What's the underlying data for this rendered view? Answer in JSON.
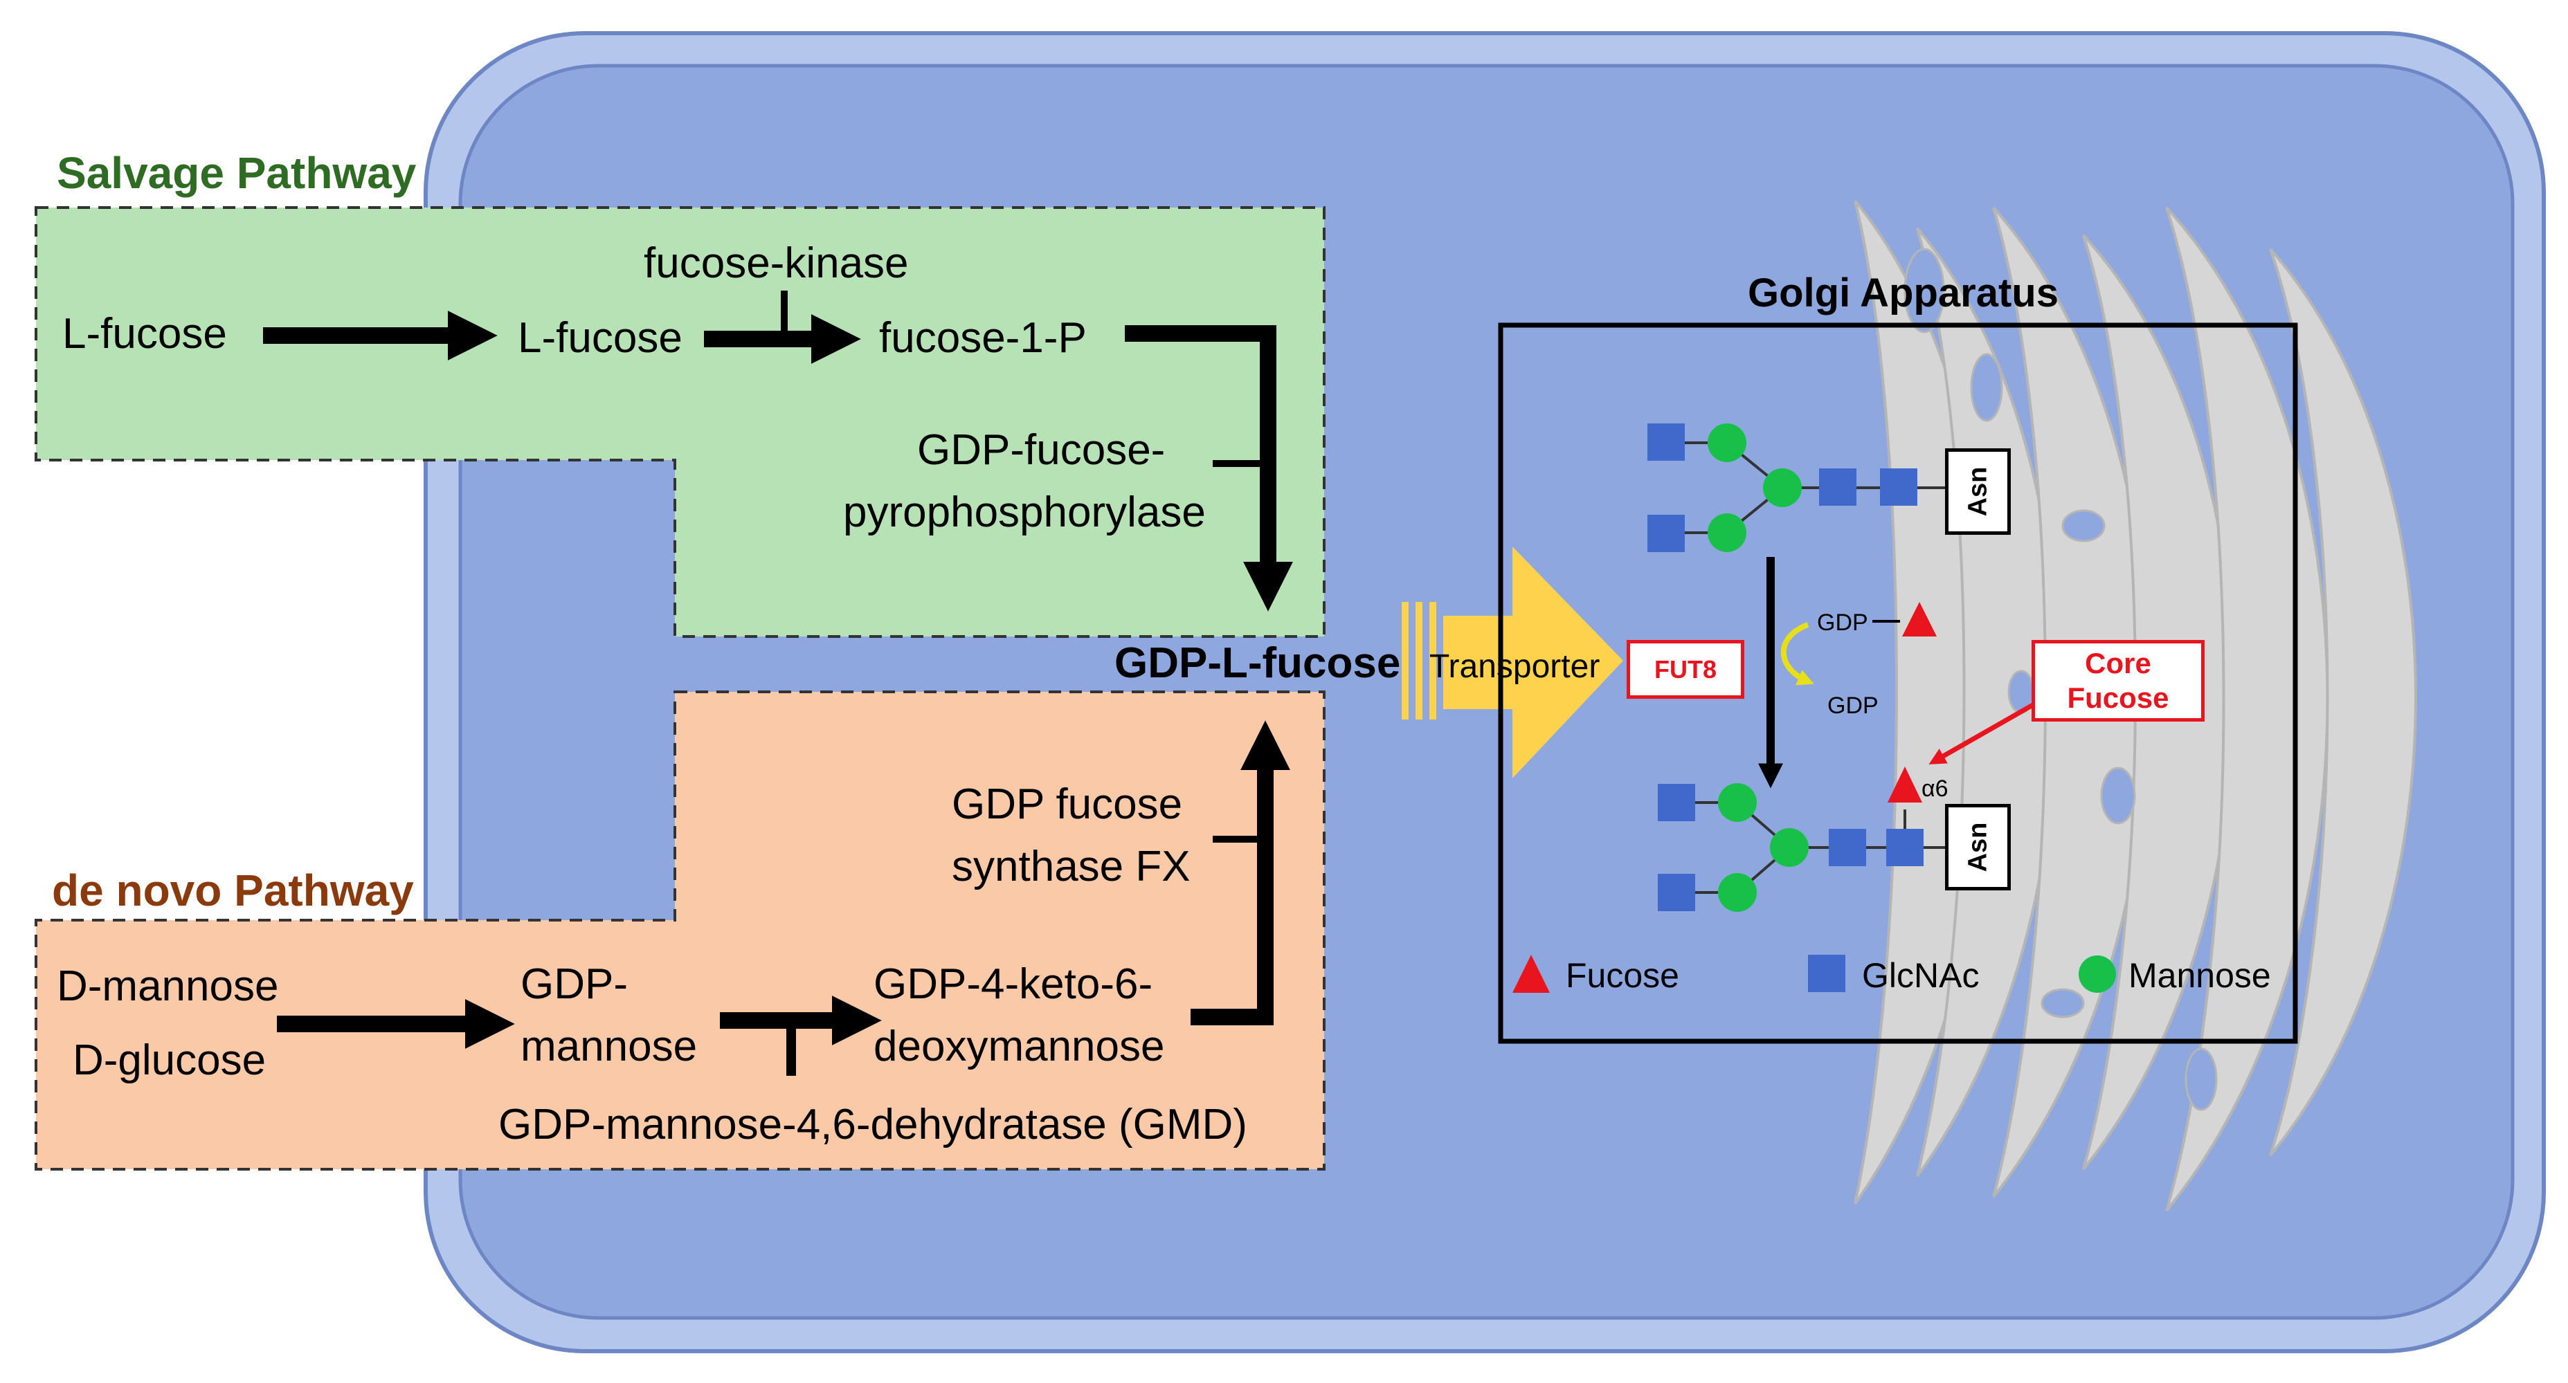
{
  "salvage": {
    "title": "Salvage Pathway",
    "title_color": "#2e6b23",
    "bg_color": "#b7e2b6",
    "substrate": "L-fucose",
    "intermediate": "L-fucose",
    "enzyme_kinase": "fucose-kinase",
    "product": "fucose-1-P",
    "enzyme_pyrophosphorylase_line1": "GDP-fucose-",
    "enzyme_pyrophosphorylase_line2": "pyrophosphorylase"
  },
  "denovo": {
    "title": "de novo Pathway",
    "title_color": "#8b3a0e",
    "bg_color": "#f9c9a8",
    "substrate1": "D-mannose",
    "substrate2": "D-glucose",
    "intermediate_line1": "GDP-",
    "intermediate_line2": "mannose",
    "product_line1": "GDP-4-keto-6-",
    "product_line2": "deoxymannose",
    "enzyme_gmd": "GDP-mannose-4,6-dehydratase (GMD)",
    "enzyme_fx_line1": "GDP fucose",
    "enzyme_fx_line2": "synthase FX"
  },
  "center": {
    "product": "GDP-L-fucose",
    "transporter": "Transporter"
  },
  "golgi": {
    "title": "Golgi Apparatus",
    "enzyme": "FUT8",
    "donor": "GDP",
    "released": "GDP",
    "asn_label": "Asn",
    "linkage": "α6",
    "core_fucose_line1": "Core",
    "core_fucose_line2": "Fucose"
  },
  "legend": {
    "fucose": "Fucose",
    "glcnac": "GlcNAc",
    "mannose": "Mannose"
  },
  "colors": {
    "cell_outer": "#b5c6ec",
    "cell_inner": "#8ea8df",
    "golgi_cisternae": "#d6d6d6",
    "transporter": "#ffd24d",
    "fucose": "#e8141e",
    "glcnac": "#4169cc",
    "mannose": "#18c04a",
    "highlight": "#e8141e"
  },
  "icons": [
    "arrow-icon",
    "fucose-triangle-icon",
    "glcnac-square-icon",
    "mannose-circle-icon"
  ]
}
